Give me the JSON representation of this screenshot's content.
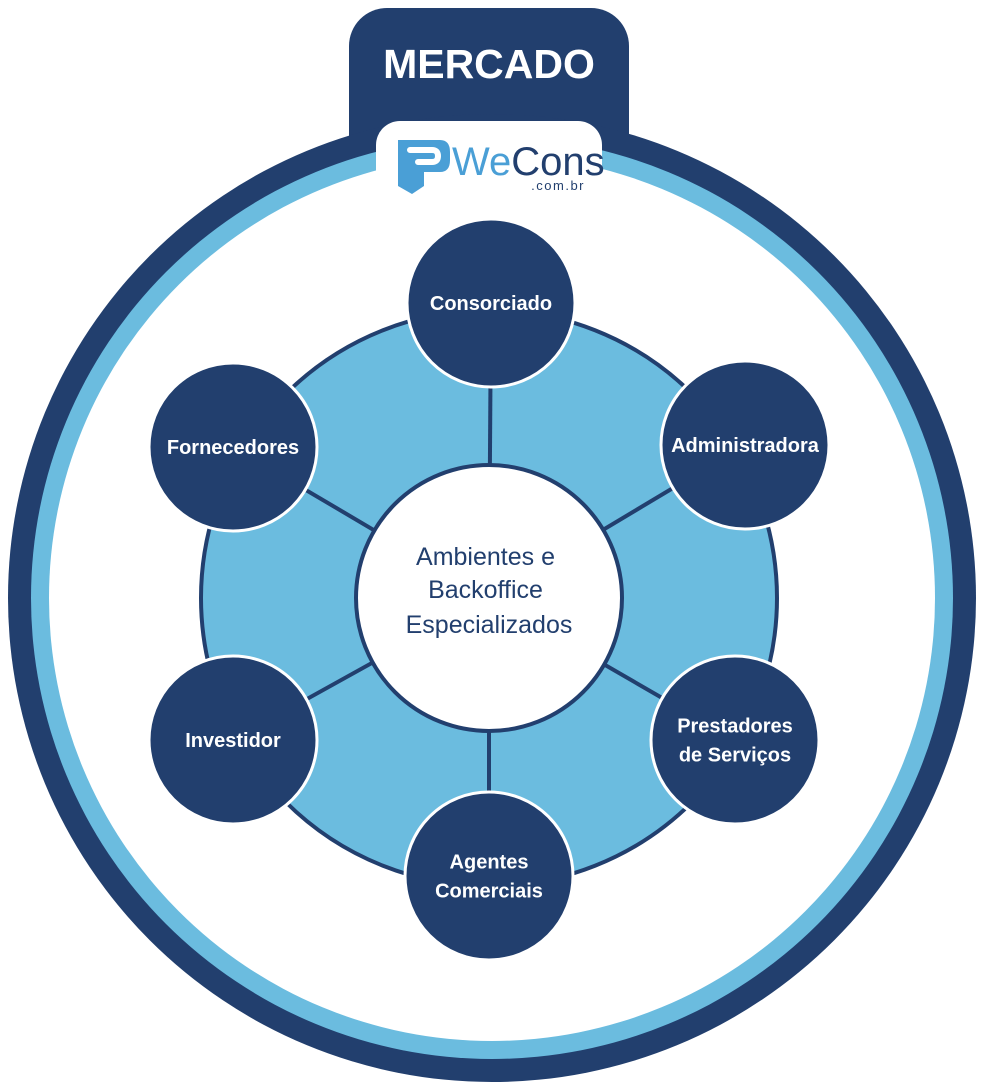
{
  "header": {
    "title": "MERCADO"
  },
  "logo": {
    "brand_prefix": "We",
    "brand_suffix": "Cons",
    "domain": ".com.br"
  },
  "center": {
    "lines": [
      "Ambientes e",
      "Backoffice",
      "Especializados"
    ]
  },
  "nodes": [
    {
      "key": "consorciado",
      "lines": [
        "Consorciado"
      ]
    },
    {
      "key": "administradora",
      "lines": [
        "Administradora"
      ]
    },
    {
      "key": "prestadores",
      "lines": [
        "Prestadores",
        "de Serviços"
      ]
    },
    {
      "key": "agentes",
      "lines": [
        "Agentes",
        "Comerciais"
      ]
    },
    {
      "key": "investidor",
      "lines": [
        "Investidor"
      ]
    },
    {
      "key": "fornecedores",
      "lines": [
        "Fornecedores"
      ]
    }
  ],
  "colors": {
    "navy": "#223f6e",
    "light_blue": "#6bbcdf",
    "white": "#ffffff",
    "logo_blue": "#4a9fd6"
  }
}
